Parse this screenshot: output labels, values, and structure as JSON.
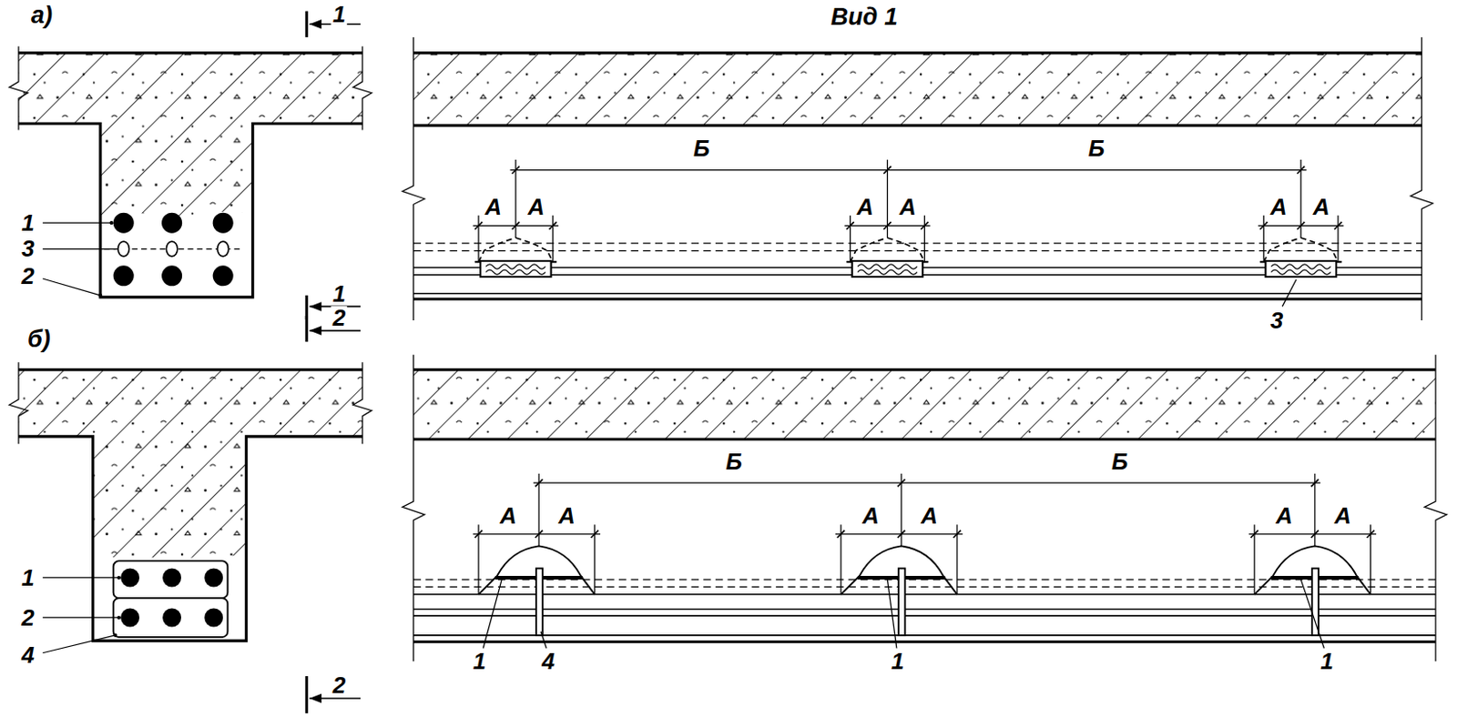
{
  "diagram": {
    "labels": [
      "а)",
      "1",
      "1",
      "3",
      "2",
      "1",
      "б)",
      "2",
      "1",
      "2",
      "4",
      "2",
      "Вид 1",
      "Б",
      "Б",
      "А",
      "А",
      "А",
      "А",
      "А",
      "А",
      "3",
      "Б",
      "Б",
      "А",
      "А",
      "А",
      "А",
      "А",
      "А",
      "1",
      "4",
      "1",
      "1"
    ]
  }
}
